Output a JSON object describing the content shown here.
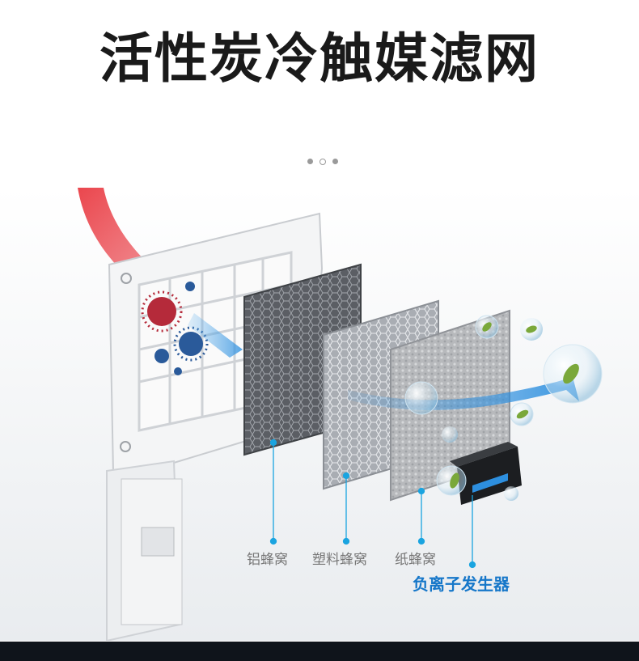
{
  "title": "活性炭冷触媒滤网",
  "carousel": {
    "count": 3,
    "active_index": 1
  },
  "labels": {
    "layer1": "铝蜂窝",
    "layer2": "塑料蜂窝",
    "layer3": "纸蜂窝",
    "ion_generator": "负离子发生器"
  },
  "colors": {
    "accent_blue": "#1677c9",
    "pointer_blue": "#1aa4e0",
    "airflow_red": "#e8323a",
    "airflow_blue": "#2d8fdf"
  }
}
